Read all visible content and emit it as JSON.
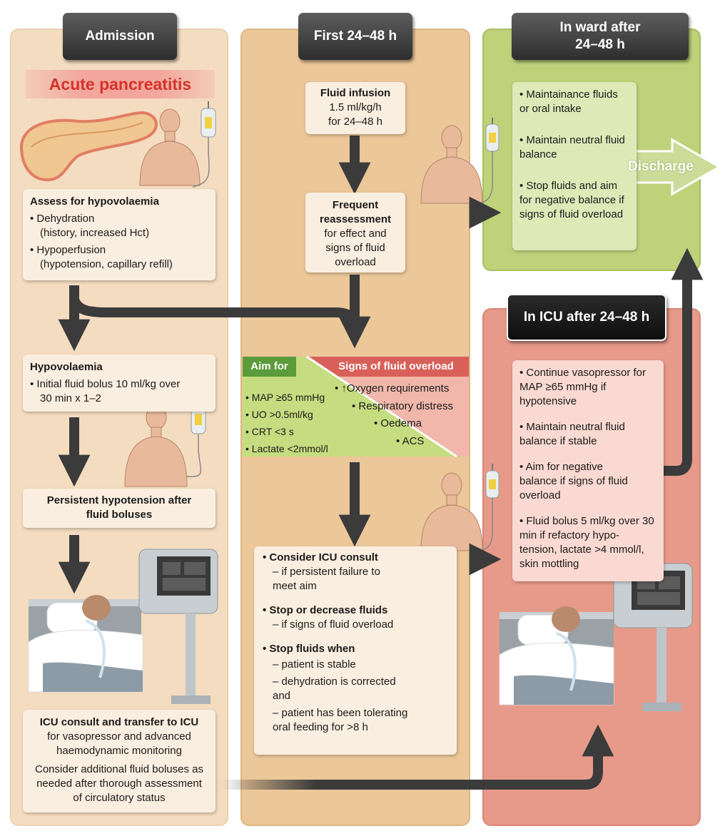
{
  "headers": {
    "admission": "Admission",
    "first": "First 24–48 h",
    "ward_line1": "In ward after",
    "ward_line2": "24–48 h",
    "icu": "In ICU after 24–48 h"
  },
  "admission": {
    "title": "Acute pancreatitis",
    "assess": {
      "heading": "Assess for hypovolaemia",
      "b1_title": "• Dehydration",
      "b1_detail": "(history, increased Hct)",
      "b2_title": "• Hypoperfusion",
      "b2_detail": "(hypotension, capillary refill)"
    },
    "hypovolaemia": {
      "heading": "Hypovolaemia",
      "line1": "• Initial fluid bolus 10 ml/kg over",
      "line2": "30 min x 1–2"
    },
    "persistent": "Persistent hypotension after fluid boluses",
    "icu_transfer": {
      "heading": "ICU consult and transfer to ICU",
      "line1": "for vasopressor and advanced haemodynamic monitoring",
      "line2": "Consider additional fluid boluses as needed after thorough assessment of circulatory status"
    }
  },
  "first": {
    "infusion": {
      "heading": "Fluid infusion",
      "line1": "1.5 ml/kg/h",
      "line2": "for 24–48 h"
    },
    "reassess": {
      "heading1": "Frequent",
      "heading2": "reassessment",
      "line1": "for effect and",
      "line2": "signs of fluid",
      "line3": "overload"
    },
    "aim": {
      "label": "Aim for",
      "items": [
        "• MAP ≥65 mmHg",
        "• UO >0.5ml/kg",
        "• CRT <3 s",
        "• Lactate <2mmol/l"
      ]
    },
    "overload": {
      "label": "Signs of fluid overload",
      "items": [
        "• ↑Oxygen requirements",
        "• Respiratory distress",
        "• Oedema",
        "• ACS"
      ]
    },
    "actions": {
      "a1": "• Consider ICU consult",
      "a1_sub": "– if persistent failure to meet aim",
      "a2": "• Stop or decrease fluids",
      "a2_sub": "– if signs of fluid overload",
      "a3": "• Stop fluids when",
      "a3_sub1": "– patient is stable",
      "a3_sub2": "– dehydration is corrected and",
      "a3_sub3": "– patient has been tolerating oral feeding for >8 h"
    }
  },
  "ward": {
    "items": [
      "• Maintainance fluids or oral intake",
      "• Maintain neutral fluid balance",
      "• Stop fluids and aim for negative balance if signs of fluid overload"
    ],
    "discharge": "Discharge"
  },
  "icu": {
    "items": [
      "• Continue vasopressor for MAP ≥65 mmHg if hypotensive",
      "• Maintain neutral fluid balance if stable",
      "• Aim for negative balance if signs of fluid overload",
      "• Fluid bolus 5 ml/kg over 30 min if refactory hypo-tension, lactate >4 mmol/l, skin mottling"
    ]
  },
  "colors": {
    "title_red": "#d4322c",
    "aim_green": "#5a9b3c",
    "overload_red": "#d9605a",
    "arrow": "#3b3b3b"
  }
}
